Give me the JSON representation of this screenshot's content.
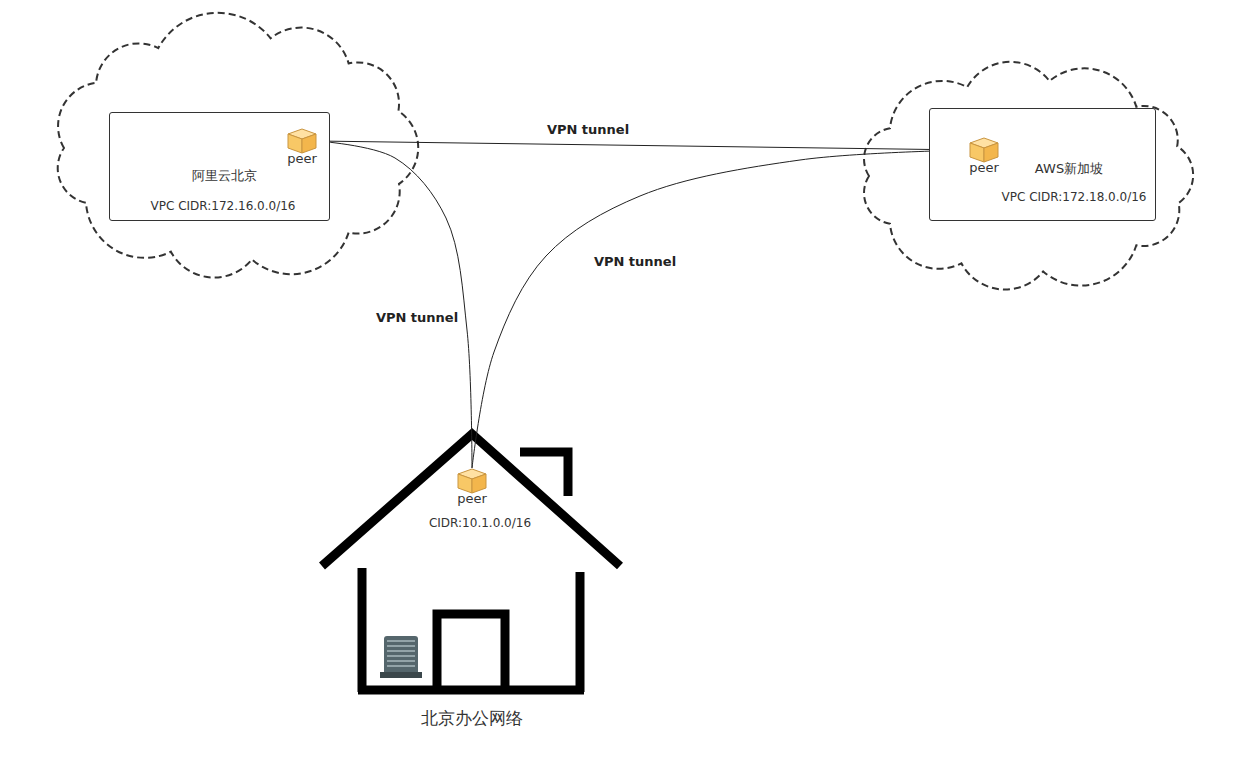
{
  "diagram": {
    "nodes": [
      {
        "text": [
          "阿里云北京",
          "VPC CIDR:172.16.0.0/16"
        ]
      },
      {
        "text": [
          "peer"
        ],
        "in": 0
      },
      {
        "text": [
          "AWS新加坡",
          "VPC CIDR:172.18.0.0/16"
        ]
      },
      {
        "text": [
          "peer"
        ],
        "in": 2
      },
      {
        "text": [
          "CIDR:10.1.0.0/16",
          "北京办公网络"
        ]
      },
      {
        "text": [
          "peer"
        ],
        "in": 4
      }
    ],
    "edges": [
      {
        "from": 1,
        "to": 3,
        "label": "VPN tunnel",
        "arrow": "none"
      },
      {
        "from": 1,
        "to": 5,
        "label": "VPN tunnel",
        "arrow": "none"
      },
      {
        "from": 3,
        "to": 5,
        "label": "VPN tunnel",
        "arrow": "none"
      }
    ]
  }
}
